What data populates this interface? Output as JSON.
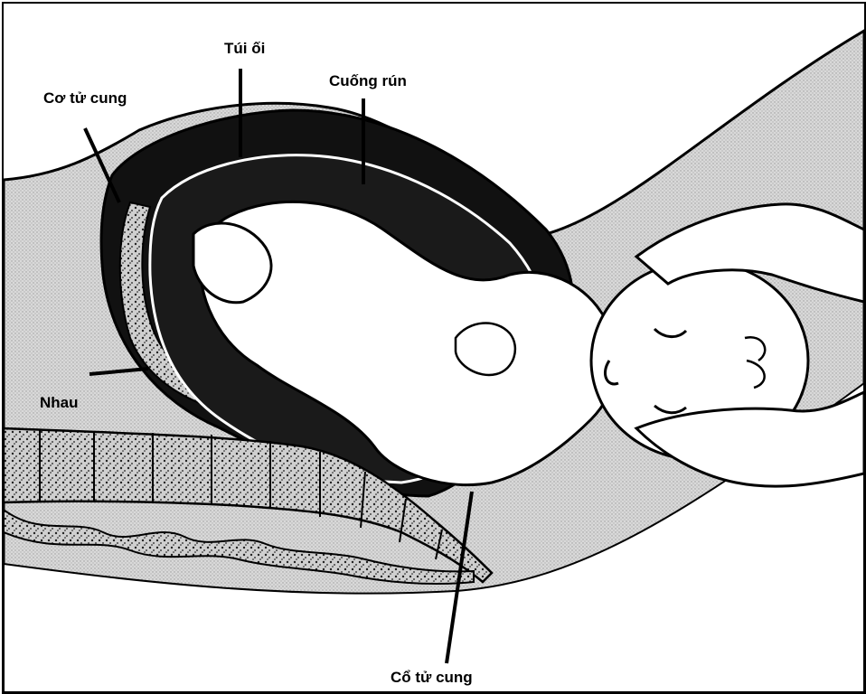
{
  "labels": {
    "uterus_wall": "Cơ tử cung",
    "amniotic_sac": "Túi ối",
    "umbilical_cord": "Cuống rún",
    "placenta": "Nhau",
    "cervix": "Cổ tử cung"
  }
}
